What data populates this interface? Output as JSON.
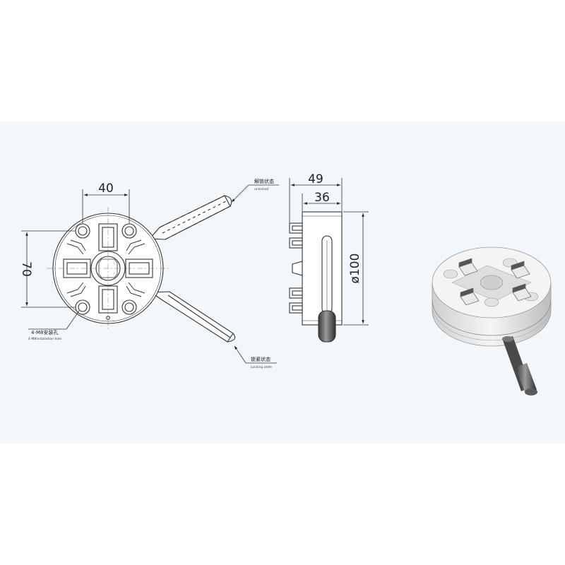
{
  "dimensions": {
    "bolt_spacing": "40",
    "bolt_circle_height": "70",
    "overall_depth": "49",
    "body_depth": "36",
    "diameter": "ø100"
  },
  "callouts": {
    "holes_cn": "4-M8安装孔",
    "holes_en": "4-M8installation hole",
    "unlock_cn": "解锁状态",
    "unlock_en": "unlocked",
    "lock_cn": "锁紧状态",
    "lock_en": "Locking state"
  },
  "colors": {
    "background_band": "#f1f7fb",
    "line": "#333333",
    "body_fill": "#ffffff",
    "render_body": "#e6e6e6",
    "handle_dark": "#4a4a4a"
  }
}
